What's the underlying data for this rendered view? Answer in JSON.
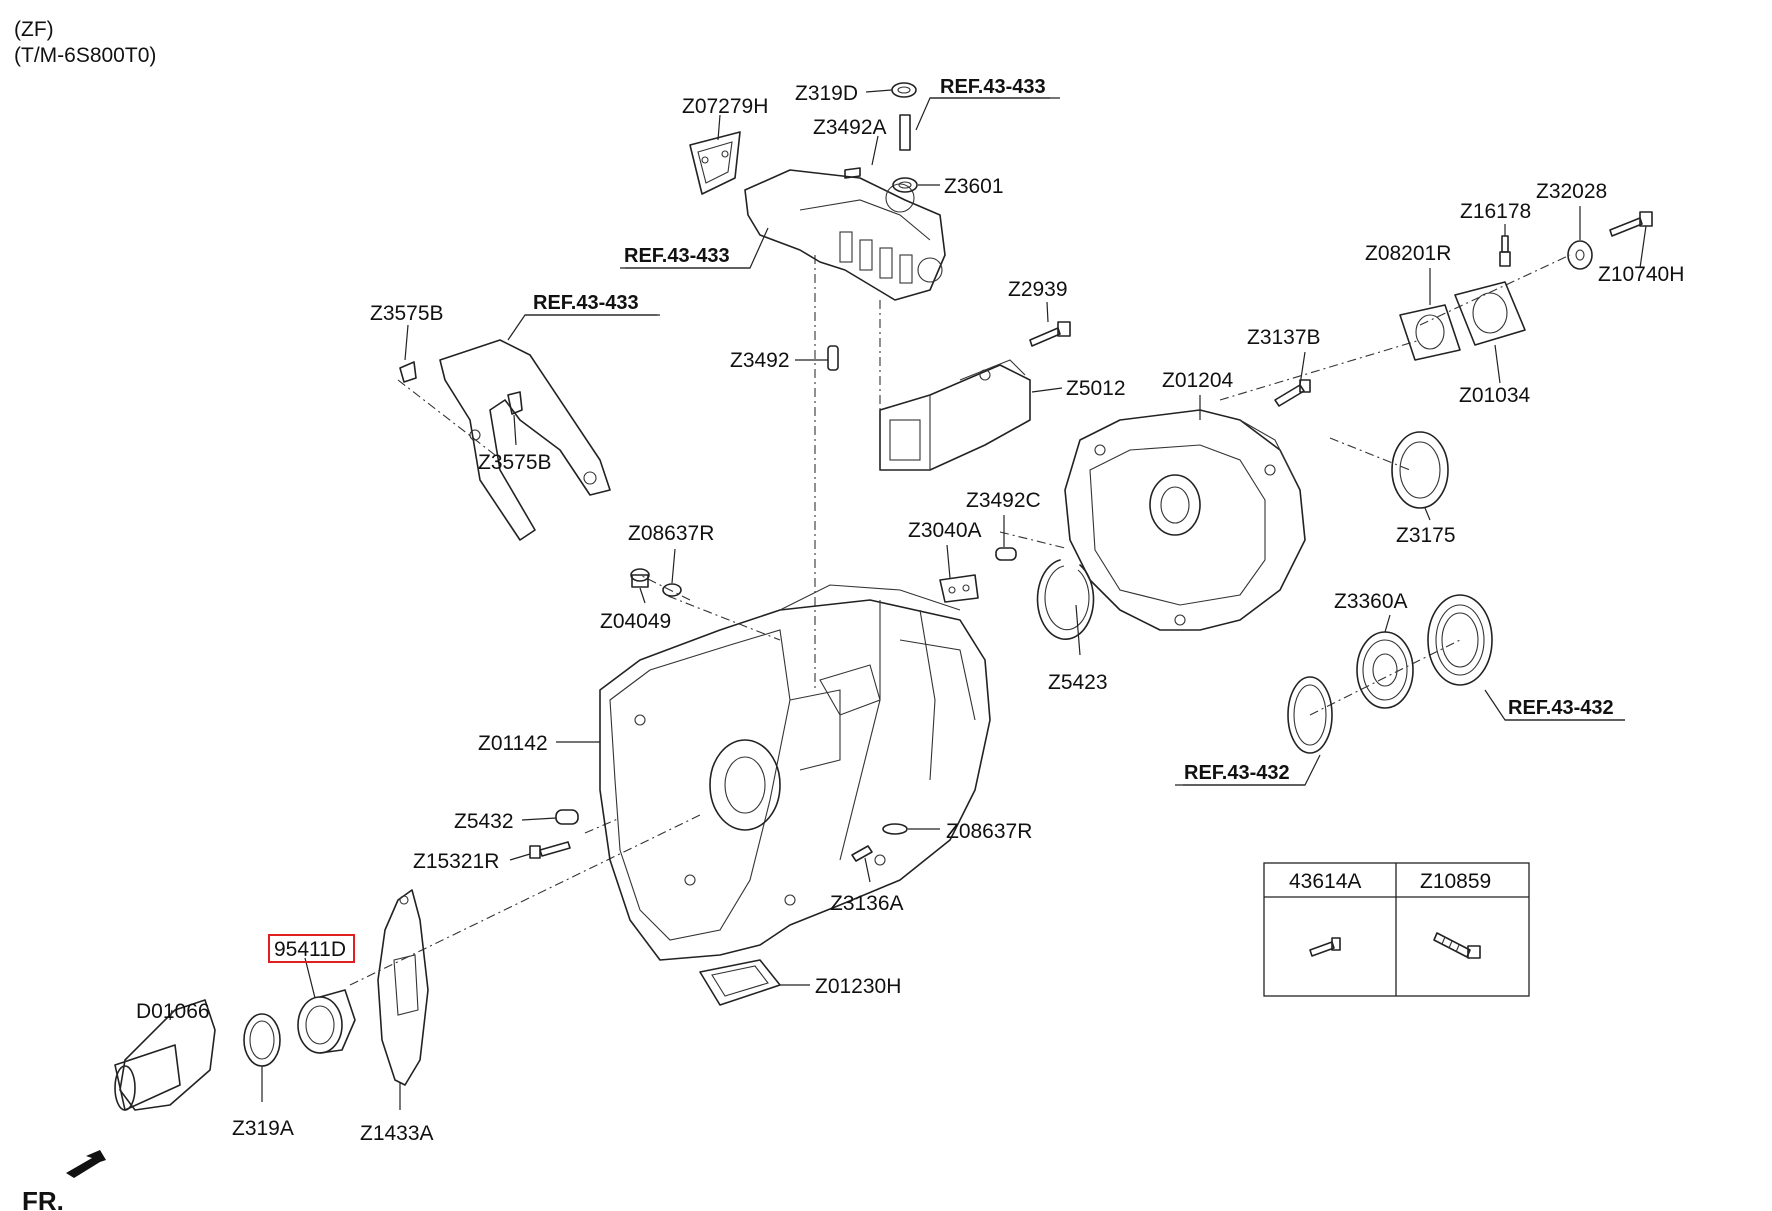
{
  "header": {
    "line1": "(ZF)",
    "line2": "(T/M-6S800T0)"
  },
  "labels": {
    "z07279h": "Z07279H",
    "z319d": "Z319D",
    "ref_top": "REF.43-433",
    "z3492a": "Z3492A",
    "z3601": "Z3601",
    "ref_left": "REF.43-433",
    "z3575b_top": "Z3575B",
    "ref_mid": "REF.43-433",
    "z3575b_bot": "Z3575B",
    "z2939": "Z2939",
    "z3492": "Z3492",
    "z5012": "Z5012",
    "z32028": "Z32028",
    "z16178": "Z16178",
    "z08201r": "Z08201R",
    "z10740h": "Z10740H",
    "z3137b": "Z3137B",
    "z01204": "Z01204",
    "z01034": "Z01034",
    "z3492c": "Z3492C",
    "z3040a": "Z3040A",
    "z08637r_top": "Z08637R",
    "z04049": "Z04049",
    "z3175": "Z3175",
    "z3360a": "Z3360A",
    "z5423": "Z5423",
    "ref_432_right": "REF.43-432",
    "ref_432_left": "REF.43-432",
    "z01142": "Z01142",
    "z5432": "Z5432",
    "z15321r": "Z15321R",
    "z08637r_bot": "Z08637R",
    "z3136a": "Z3136A",
    "p95411d": "95411D",
    "z01230h": "Z01230H",
    "d01066": "D01066",
    "z319a": "Z319A",
    "z1433a": "Z1433A",
    "front": "FR."
  },
  "table": {
    "col1": "43614A",
    "col2": "Z10859"
  },
  "highlight_color": "#e02020"
}
